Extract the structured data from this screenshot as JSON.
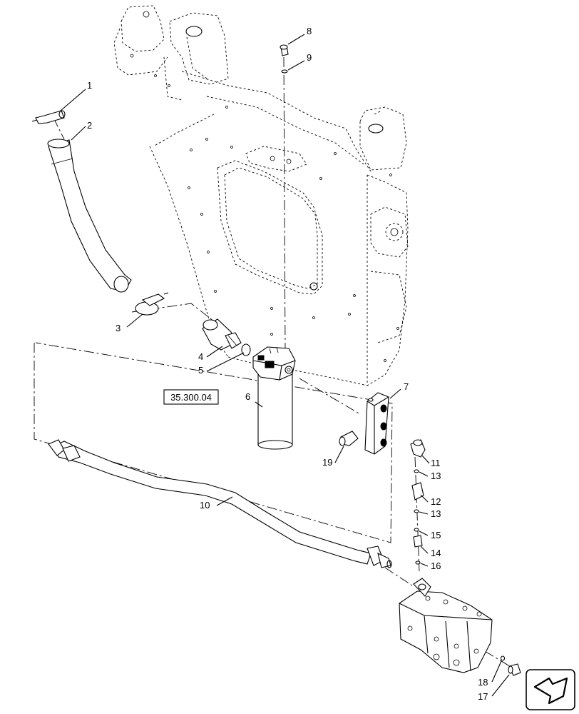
{
  "reference_box": {
    "label": "35.300.04"
  },
  "callouts": [
    {
      "id": "c1",
      "label": "1"
    },
    {
      "id": "c2",
      "label": "2"
    },
    {
      "id": "c3",
      "label": "3"
    },
    {
      "id": "c4",
      "label": "4"
    },
    {
      "id": "c5",
      "label": "5"
    },
    {
      "id": "c6",
      "label": "6"
    },
    {
      "id": "c7",
      "label": "7"
    },
    {
      "id": "c8",
      "label": "8"
    },
    {
      "id": "c9",
      "label": "9"
    },
    {
      "id": "c10",
      "label": "10"
    },
    {
      "id": "c11",
      "label": "11"
    },
    {
      "id": "c13a",
      "label": "13"
    },
    {
      "id": "c12",
      "label": "12"
    },
    {
      "id": "c13b",
      "label": "13"
    },
    {
      "id": "c15",
      "label": "15"
    },
    {
      "id": "c14",
      "label": "14"
    },
    {
      "id": "c16",
      "label": "16"
    },
    {
      "id": "c18",
      "label": "18"
    },
    {
      "id": "c17",
      "label": "17"
    },
    {
      "id": "c19",
      "label": "19"
    }
  ],
  "icons": {
    "nav": "next-page-arrow-icon"
  }
}
